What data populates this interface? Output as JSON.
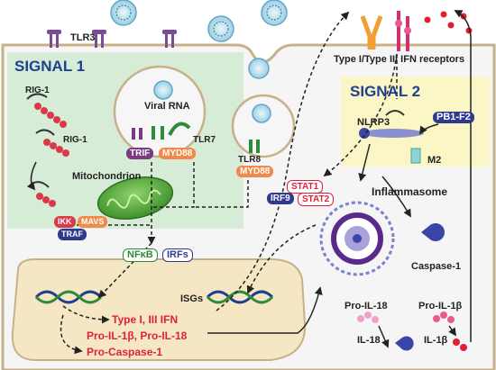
{
  "labels": {
    "tlr3": "TLR3",
    "signal1": "SIGNAL 1",
    "rig1_top": "RIG-1",
    "rig1_mid": "RIG-1",
    "viral_rna": "Viral RNA",
    "trif": "TRIF",
    "myd88_a": "MYD88",
    "tlr7": "TLR7",
    "tlr8": "TLR8",
    "myd88_b": "MYD88",
    "mitochondrion": "Mitochondrion",
    "ikk": "IKK",
    "mavs": "MAVS",
    "traf": "TRAF",
    "nfkb": "NFκB",
    "irfs": "IRFs",
    "receptors": "Type I/Type III IFN receptors",
    "signal2": "SIGNAL 2",
    "nlrp3": "NLRP3",
    "pb1f2": "PB1-F2",
    "m2": "M2",
    "stat1": "STAT1",
    "irf9": "IRF9",
    "stat2": "STAT2",
    "inflammasome": "Inflammasome",
    "caspase1": "Caspase-1",
    "isgs": "ISGs",
    "type_ifn": "Type I, III IFN",
    "pro_il_line": "Pro-IL-1β, Pro-IL-18",
    "pro_caspase": "Pro-Caspase-1",
    "pro_il18": "Pro-IL-18",
    "pro_il1b": "Pro-IL-1β",
    "il18": "IL-18",
    "il1b": "IL-1β"
  },
  "colors": {
    "signal1_bg": "#d6ecd6",
    "signal2_bg": "#fbf6c6",
    "cell_border": "#c7b08a",
    "nucleus_bg": "#f6e7c4",
    "trif": "#7b3a86",
    "myd88": "#f08a4b",
    "nfkb": "#2e8b3a",
    "irfs": "#2f3a8f",
    "pb1f2": "#2f3a8f",
    "m2": "#8fd3d6",
    "stat1": "#e0203a",
    "irf9": "#2f3a8f",
    "red_text": "#e0203a",
    "mitochondrion": "#4aa83a"
  }
}
